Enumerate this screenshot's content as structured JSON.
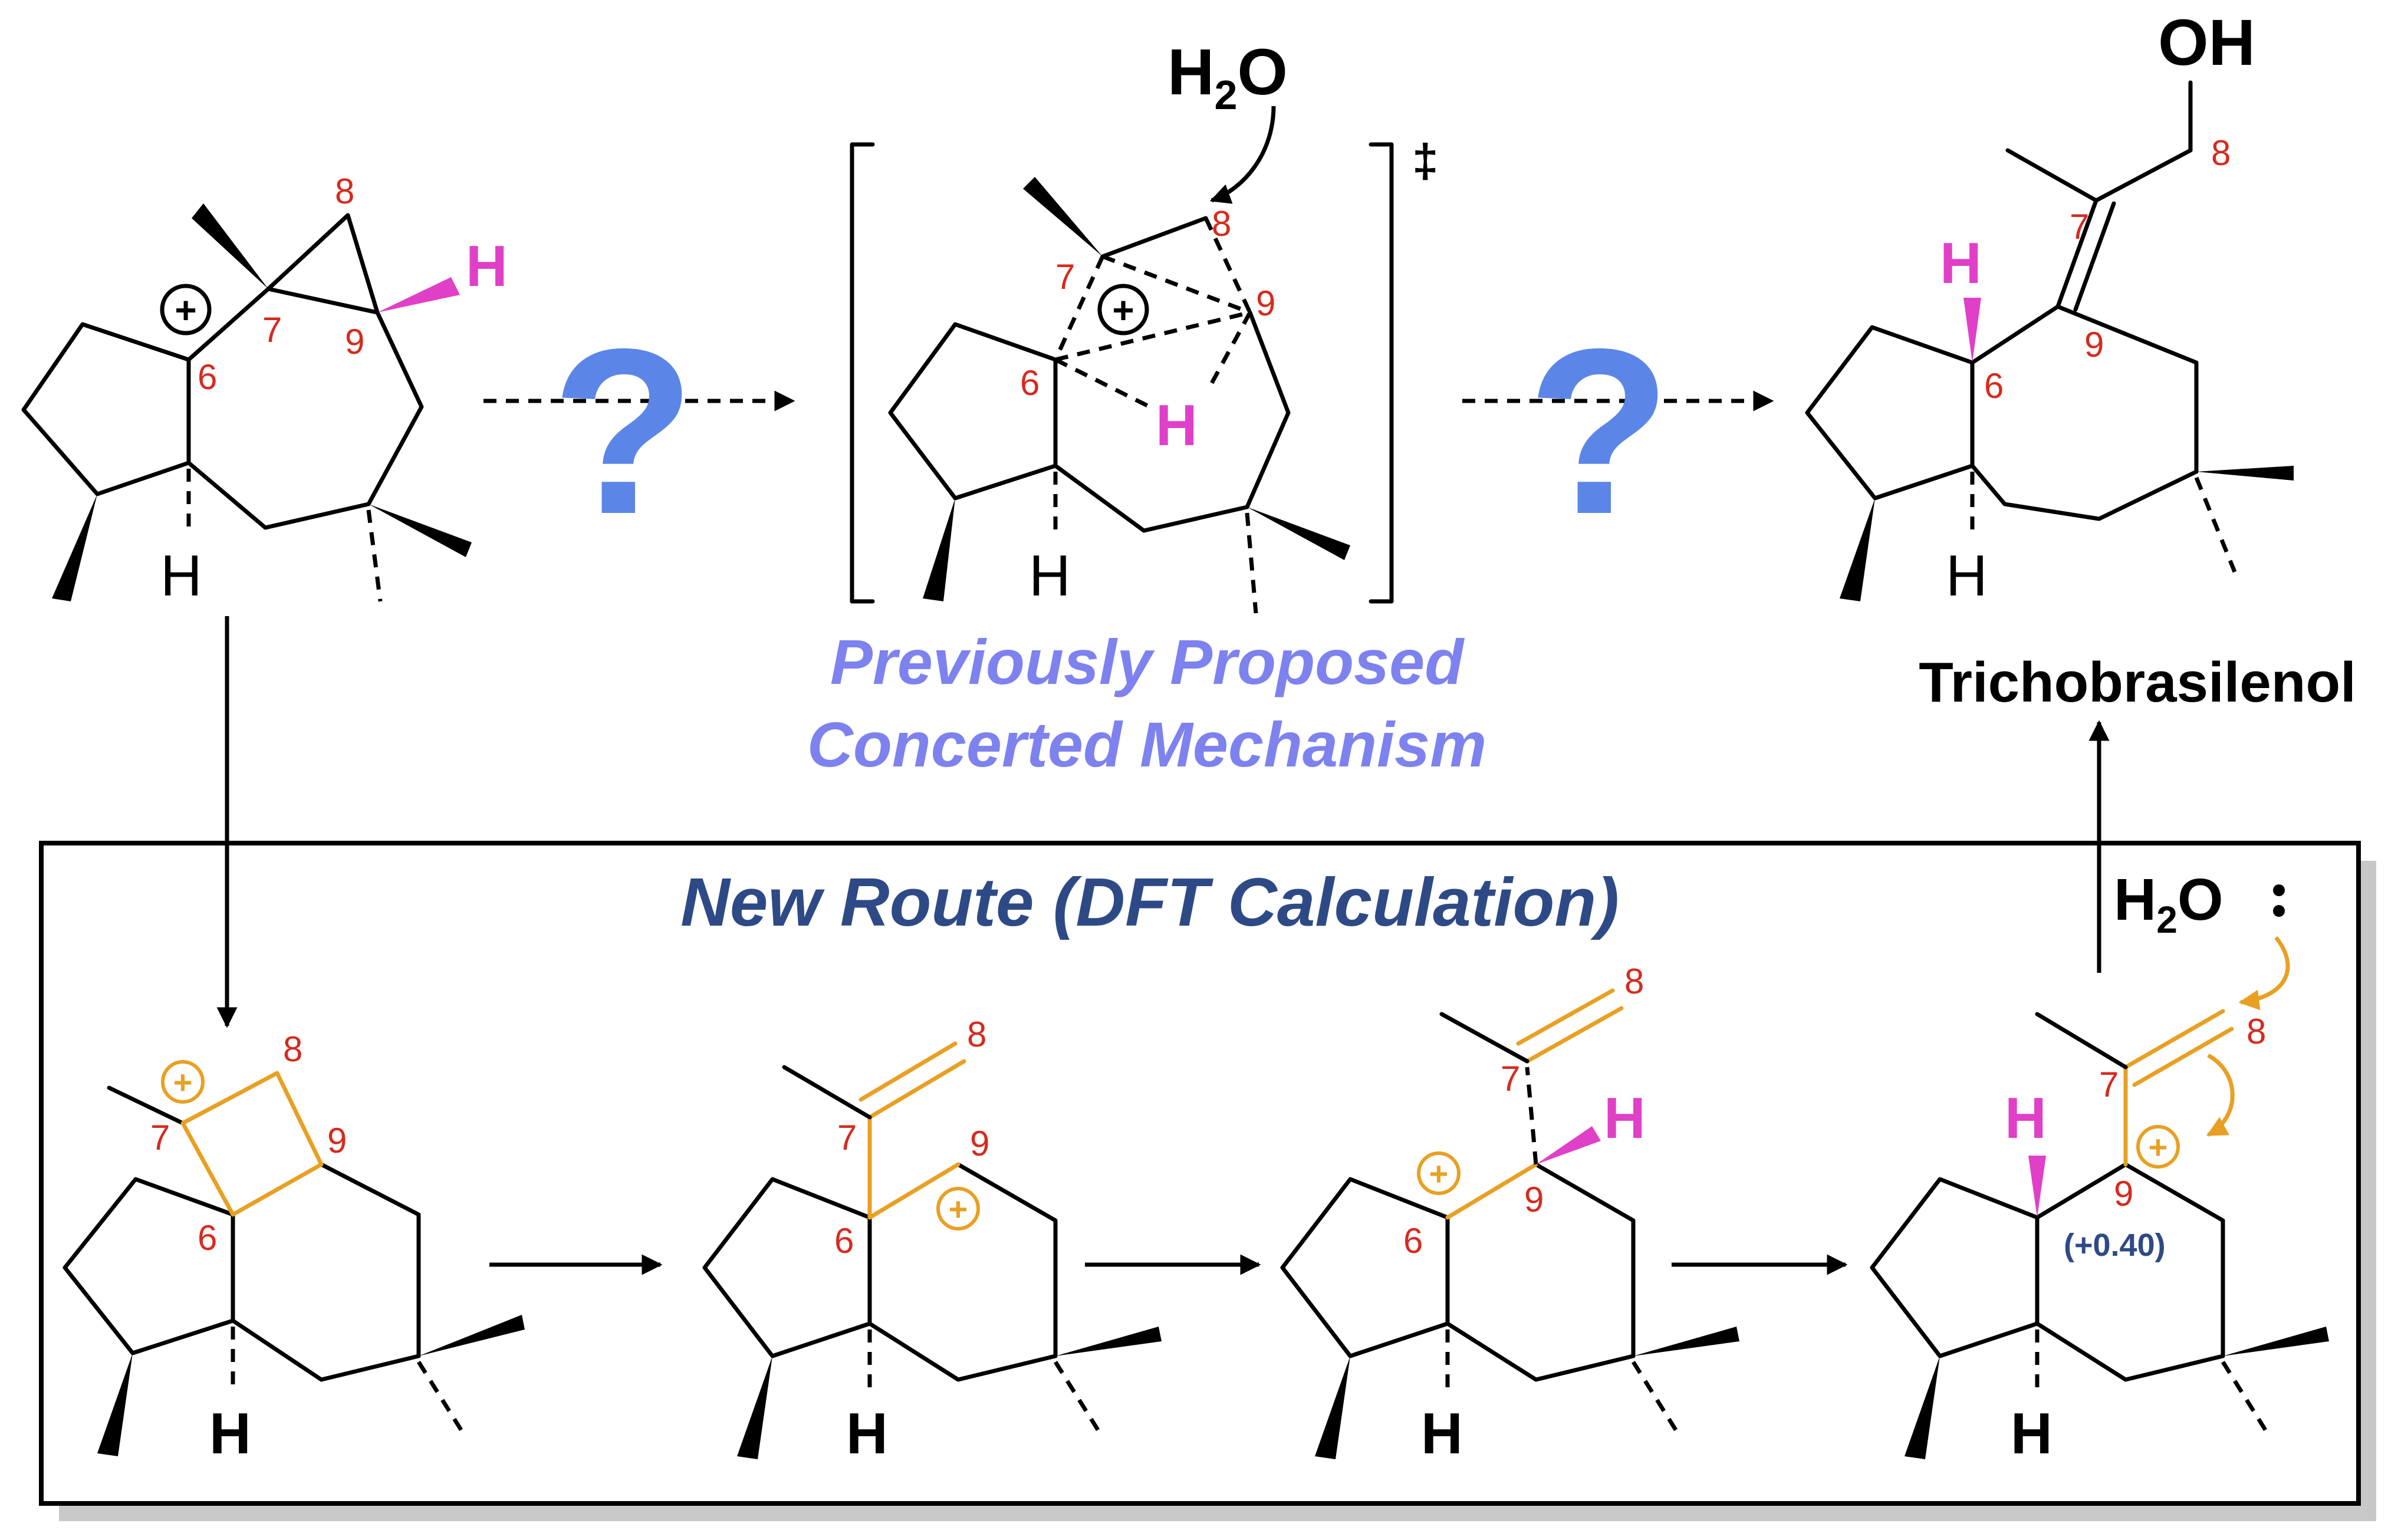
{
  "title_previous": [
    "Previously Proposed",
    "Concerted Mechanism"
  ],
  "title_new": "New Route (DFT Calculation)",
  "product_name": "Trichobrasilenol",
  "question_mark": "?",
  "ts_symbol": "‡",
  "water_label": {
    "main": "H",
    "sub": "2",
    "tail": "O"
  },
  "water_label_lonepair": {
    "main": "H",
    "sub": "2",
    "tail": "O"
  },
  "oh_label": "OH",
  "h_label": "H",
  "partial_charge": "(+0.40)",
  "atom_numbers": {
    "six": "6",
    "seven": "7",
    "eight": "8",
    "nine": "9"
  },
  "colors": {
    "question": "#5b86e8",
    "previous_title": "#7d82ef",
    "new_title": "#2e4a86",
    "highlight_bonds": "#e8a023",
    "atom_numbers": "#d62a1e",
    "hydrogen_highlight": "#e040c8"
  }
}
